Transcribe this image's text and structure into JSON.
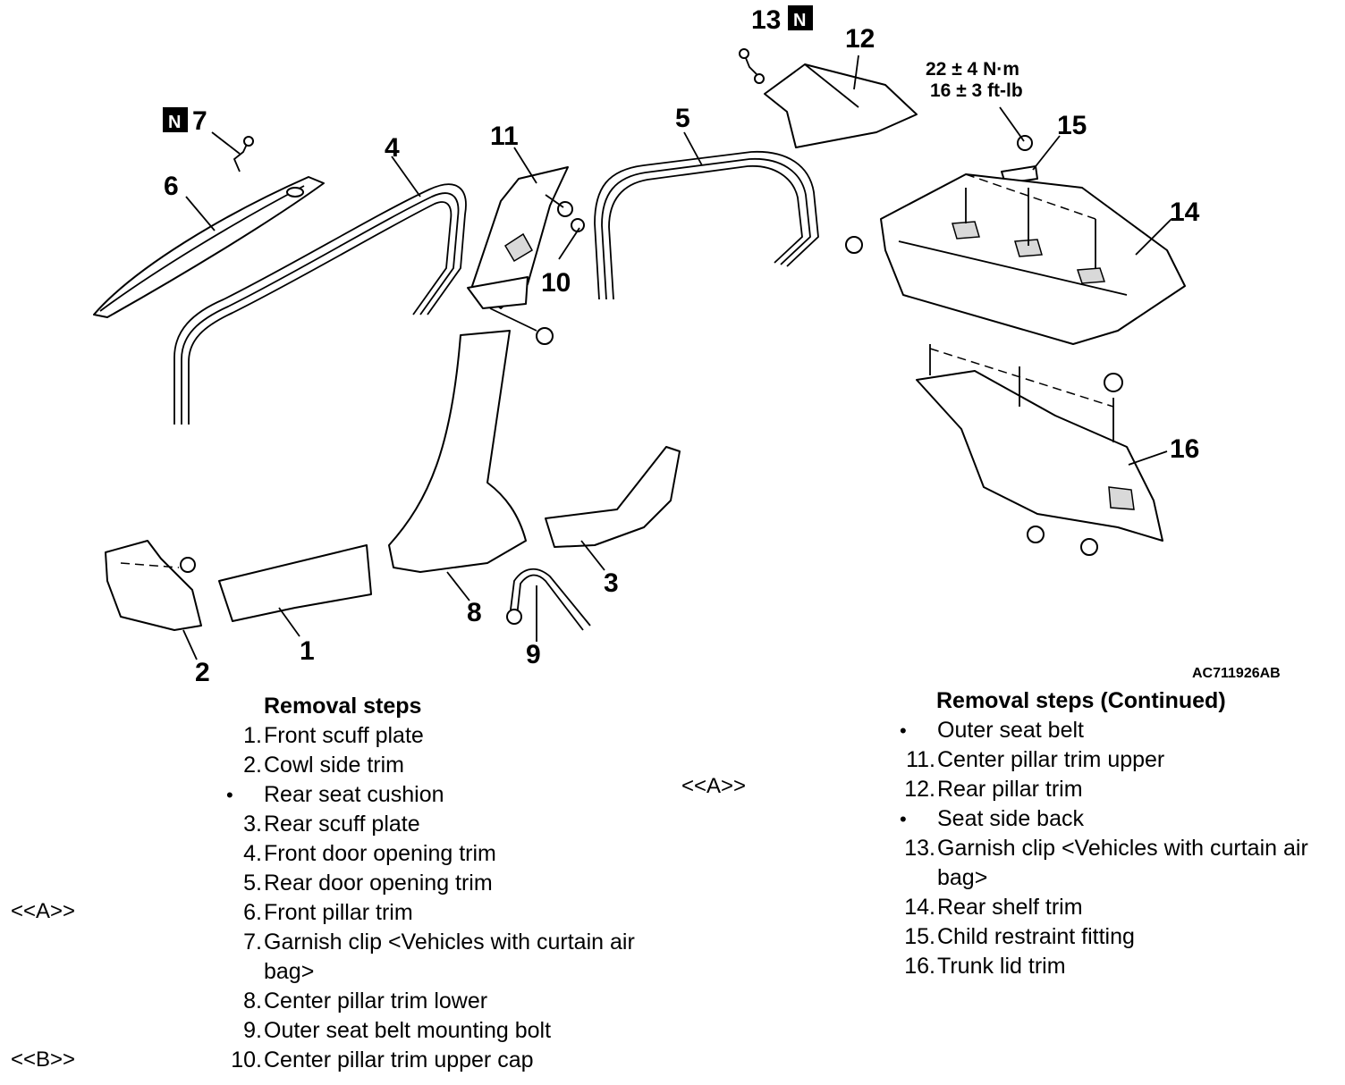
{
  "diagram": {
    "figure_code": "AC711926AB",
    "callouts": [
      "1",
      "2",
      "3",
      "4",
      "5",
      "6",
      "7",
      "8",
      "9",
      "10",
      "11",
      "12",
      "13",
      "14",
      "15",
      "16"
    ],
    "new_part_mark": "N",
    "torque_line1": "22 ± 4 N·m",
    "torque_line2": "16 ± 3 ft-lb"
  },
  "left_list": {
    "heading": "Removal steps",
    "items": [
      {
        "num": "1.",
        "text": "Front scuff plate"
      },
      {
        "num": "2.",
        "text": "Cowl side trim"
      },
      {
        "num": "•",
        "text": "Rear seat cushion"
      },
      {
        "num": "3.",
        "text": "Rear scuff plate"
      },
      {
        "num": "4.",
        "text": "Front door opening trim"
      },
      {
        "num": "5.",
        "text": "Rear door opening trim"
      },
      {
        "num": "6.",
        "text": "Front pillar trim"
      },
      {
        "num": "7.",
        "text": "Garnish clip <Vehicles with curtain air bag>"
      },
      {
        "num": "8.",
        "text": "Center pillar trim lower"
      },
      {
        "num": "9.",
        "text": "Outer seat belt mounting bolt"
      },
      {
        "num": "10.",
        "text": "Center pillar trim upper cap"
      }
    ]
  },
  "right_list": {
    "heading": "Removal steps (Continued)",
    "items": [
      {
        "num": "•",
        "text": "Outer seat belt"
      },
      {
        "num": "11.",
        "text": "Center pillar trim upper"
      },
      {
        "num": "12.",
        "text": "Rear pillar trim"
      },
      {
        "num": "•",
        "text": "Seat side back"
      },
      {
        "num": "13.",
        "text": "Garnish clip <Vehicles with curtain air bag>"
      },
      {
        "num": "14.",
        "text": "Rear shelf trim"
      },
      {
        "num": "15.",
        "text": "Child restraint fitting"
      },
      {
        "num": "16.",
        "text": "Trunk lid trim"
      }
    ]
  },
  "service_refs": {
    "ref_a": "<<A>>",
    "ref_b": "<<B>>"
  }
}
